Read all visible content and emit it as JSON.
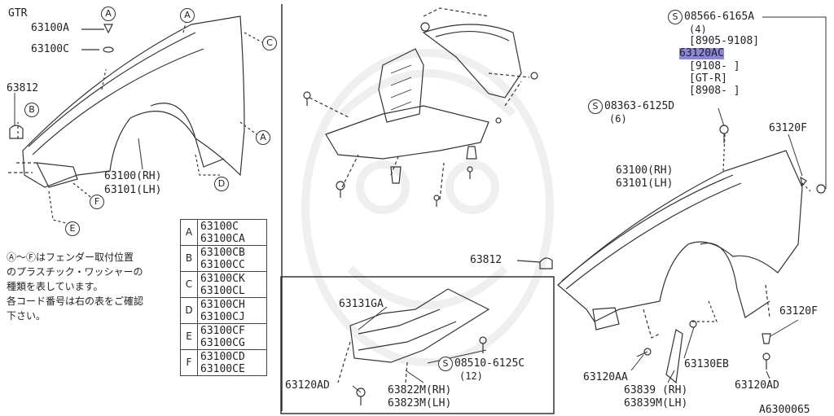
{
  "model": "GTR",
  "labels": {
    "p63100A": "63100A",
    "p63100C": "63100C",
    "p63812_left": "63812",
    "fender_left_rh": "63100(RH)",
    "fender_left_lh": "63101(LH)",
    "screw_08566": "08566-6165A",
    "qty_4": "(4)",
    "range_1": "[8905-9108]",
    "p63120AC": "63120AC",
    "range_2": "[9108-    ]",
    "gtr_bracket": "[GT-R]",
    "range_3": "[8908-    ]",
    "screw_08363": "08363-6125D",
    "qty_6": "(6)",
    "p63120F_top": "63120F",
    "fender_right_rh": "63100(RH)",
    "fender_right_lh": "63101(LH)",
    "p63812_right": "63812",
    "p63120F_bottom": "63120F",
    "p63131GA": "63131GA",
    "screw_08510": "08510-6125C",
    "qty_12": "(12)",
    "p63120AD_left": "63120AD",
    "p63822M": "63822M(RH)",
    "p63823M": "63823M(LH)",
    "p63120AA": "63120AA",
    "p63130EB": "63130EB",
    "p63839_rh": "63839 (RH)",
    "p63839M_lh": "63839M(LH)",
    "p63120AD_right": "63120AD",
    "diagram_code": "A6300065",
    "s_mark": "S"
  },
  "callouts": {
    "A": "A",
    "B": "B",
    "C": "C",
    "D": "D",
    "E": "E",
    "F": "F"
  },
  "note_lines": [
    "Ⓐ～Ⓕはフェンダー取付位置",
    "のプラスチック・ワッシャーの",
    "種類を表しています。",
    "各コード番号は右の表をご確認",
    "下さい。"
  ],
  "code_table": [
    {
      "key": "A",
      "codes": [
        "63100C",
        "63100CA"
      ]
    },
    {
      "key": "B",
      "codes": [
        "63100CB",
        "63100CC"
      ]
    },
    {
      "key": "C",
      "codes": [
        "63100CK",
        "63100CL"
      ]
    },
    {
      "key": "D",
      "codes": [
        "63100CH",
        "63100CJ"
      ]
    },
    {
      "key": "E",
      "codes": [
        "63100CF",
        "63100CG"
      ]
    },
    {
      "key": "F",
      "codes": [
        "63100CD",
        "63100CE"
      ]
    }
  ],
  "colors": {
    "line": "#333333",
    "highlight": "#8b86d9",
    "watermark": "#eeeeee"
  }
}
